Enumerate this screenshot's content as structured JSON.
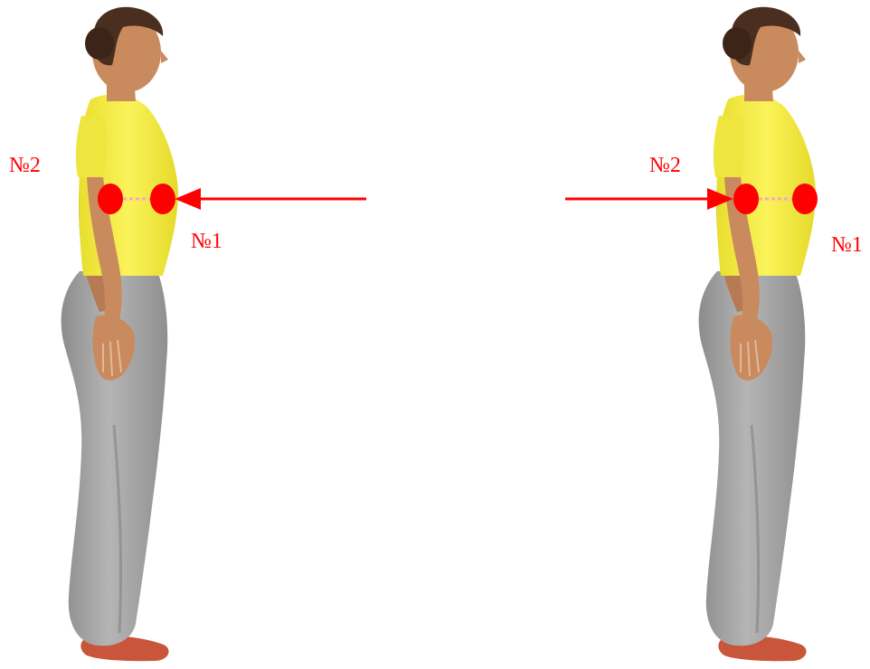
{
  "colors": {
    "accent": "#ff0000",
    "marker": "#ff0000",
    "marker_link": "#f4a6c8",
    "shirt": "#f2ea3c",
    "pants": "#a2a2a2",
    "skin": "#c98a5e",
    "hair": "#4a2e1f",
    "shoes": "#c9553a"
  },
  "left_panel": {
    "point_1_label": "№1",
    "point_2_label": "№2",
    "arrow_direction": "left"
  },
  "right_panel": {
    "point_1_label": "№1",
    "point_2_label": "№2",
    "arrow_direction": "right"
  }
}
